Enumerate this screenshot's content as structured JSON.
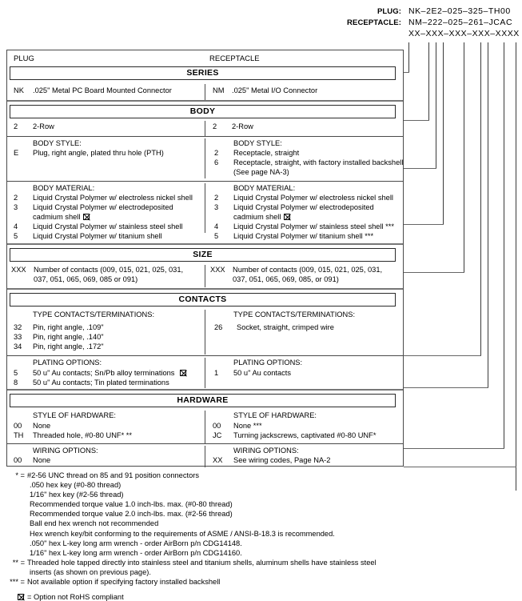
{
  "header": {
    "rows": [
      {
        "label": "PLUG:",
        "value": "NK–2E2–025–325–TH00"
      },
      {
        "label": "RECEPTACLE:",
        "value": "NM–222–025–261–JCAC"
      },
      {
        "label": "",
        "value": "XX–XXX–XXX–XXX–XXXX"
      }
    ]
  },
  "columns": {
    "plug": "PLUG",
    "receptacle": "RECEPTACLE"
  },
  "sections": {
    "series": {
      "title": "SERIES",
      "plug": [
        {
          "code": "NK",
          "text": ".025\" Metal PC Board Mounted Connector"
        }
      ],
      "receptacle": [
        {
          "code": "NM",
          "text": ".025\" Metal I/O Connector"
        }
      ]
    },
    "body": {
      "title": "BODY",
      "row_plug": {
        "code": "2",
        "text": "2-Row"
      },
      "row_rcpt": {
        "code": "2",
        "text": "2-Row"
      },
      "style_title": "BODY STYLE:",
      "style_plug": [
        {
          "code": "E",
          "text": "Plug, right angle, plated thru hole (PTH)"
        }
      ],
      "style_rcpt": [
        {
          "code": "2",
          "text": "Receptacle, straight"
        },
        {
          "code": "6",
          "text": "Receptacle, straight, with factory installed backshell"
        },
        {
          "code": "",
          "text": "(See page NA-3)"
        }
      ],
      "material_title": "BODY MATERIAL:",
      "material_plug": [
        {
          "code": "2",
          "text": "Liquid Crystal Polymer w/ electroless nickel shell"
        },
        {
          "code": "3",
          "text": "Liquid Crystal Polymer w/ electrodeposited"
        },
        {
          "code": "",
          "text": "cadmium shell",
          "rohs": true
        },
        {
          "code": "4",
          "text": "Liquid Crystal Polymer w/ stainless steel shell"
        },
        {
          "code": "5",
          "text": "Liquid Crystal Polymer w/ titanium shell"
        }
      ],
      "material_rcpt": [
        {
          "code": "2",
          "text": "Liquid Crystal Polymer w/ electroless nickel shell"
        },
        {
          "code": "3",
          "text": "Liquid Crystal Polymer w/ electrodeposited"
        },
        {
          "code": "",
          "text": "cadmium shell",
          "rohs": true
        },
        {
          "code": "4",
          "text": "Liquid Crystal Polymer w/ stainless steel shell ***"
        },
        {
          "code": "5",
          "text": "Liquid Crystal Polymer w/ titanium shell ***"
        }
      ]
    },
    "size": {
      "title": "SIZE",
      "plug": [
        {
          "code": "XXX",
          "text": "Number of contacts (009, 015, 021, 025, 031,"
        },
        {
          "code": "",
          "text": "037, 051, 065, 069, 085 or 091)"
        }
      ],
      "receptacle": [
        {
          "code": "XXX",
          "text": "Number of contacts (009, 015, 021, 025, 031,"
        },
        {
          "code": "",
          "text": "037, 051, 065, 069, 085, or 091)"
        }
      ]
    },
    "contacts": {
      "title": "CONTACTS",
      "type_title": "TYPE CONTACTS/TERMINATIONS:",
      "type_plug": [
        {
          "code": "32",
          "text": "Pin, right angle, .109\""
        },
        {
          "code": "33",
          "text": "Pin, right angle, .140\""
        },
        {
          "code": "34",
          "text": "Pin, right angle, .172\""
        }
      ],
      "type_rcpt": [
        {
          "code": "26",
          "text": "Socket, straight, crimped wire"
        }
      ],
      "plating_title": "PLATING OPTIONS:",
      "plating_plug": [
        {
          "code": "5",
          "text": "50 u\" Au contacts; Sn/Pb alloy terminations",
          "rohs": true
        },
        {
          "code": "8",
          "text": "50 u\" Au contacts; Tin plated terminations"
        }
      ],
      "plating_rcpt": [
        {
          "code": "1",
          "text": "50 u\" Au contacts"
        }
      ]
    },
    "hardware": {
      "title": "HARDWARE",
      "style_title": "STYLE OF HARDWARE:",
      "style_plug": [
        {
          "code": "00",
          "text": "None"
        },
        {
          "code": "TH",
          "text": "Threaded hole, #0-80 UNF*  **"
        }
      ],
      "style_rcpt": [
        {
          "code": "00",
          "text": "None ***"
        },
        {
          "code": "JC",
          "text": "Turning jackscrews, captivated #0-80 UNF*"
        }
      ],
      "wiring_title": "WIRING OPTIONS:",
      "wiring_plug": [
        {
          "code": "00",
          "text": "None"
        }
      ],
      "wiring_rcpt": [
        {
          "code": "XX",
          "text": "See wiring codes, Page NA-2"
        }
      ]
    }
  },
  "footnotes": {
    "star": {
      "mark": "* =",
      "first": "#2-56 UNC thread on 85 and 91 position connectors",
      "lines": [
        ".050 hex key (#0-80 thread)",
        "1/16\" hex key (#2-56 thread)",
        "Recommended torque value 1.0 inch-lbs. max. (#0-80 thread)",
        "Recommended torque value 2.0 inch-lbs. max. (#2-56 thread)",
        "Ball end hex wrench not recommended",
        "Hex wrench key/bit conforming to the requirements of ASME / ANSI-B-18.3 is recommended.",
        ".050\" hex L-key long arm wrench - order AirBorn p/n CDG14148.",
        "1/16\" hex L-key long arm wrench - order AirBorn p/n CDG14160."
      ]
    },
    "dstar": {
      "mark": "** =",
      "first": "Threaded hole tapped directly into stainless steel and titanium shells, aluminum shells have stainless steel",
      "cont": "inserts (as shown on previous page)."
    },
    "tstar": {
      "mark": "*** =",
      "first": "Not available option if specifying factory installed backshell"
    },
    "rohs": {
      "mark": "",
      "first": "= Option not RoHS compliant"
    }
  }
}
